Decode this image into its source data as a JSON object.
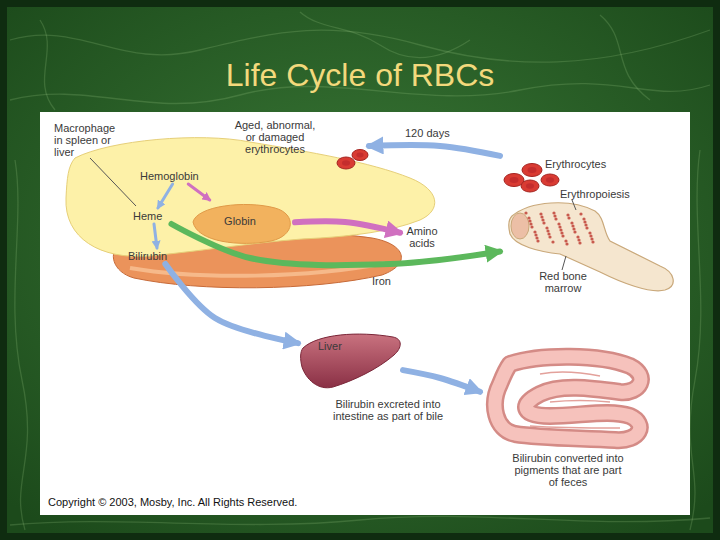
{
  "diagram": {
    "title": "Life Cycle of RBCs",
    "nodes": [
      {
        "text": [
          "Macrophage in spleen or liver"
        ]
      },
      {
        "text": [
          "Hemoglobin"
        ],
        "in": 0
      },
      {
        "text": [
          "Heme"
        ],
        "in": 0
      },
      {
        "text": [
          "Globin"
        ],
        "in": 0
      },
      {
        "text": [
          "Bilirubin"
        ],
        "in": 0
      },
      {
        "text": [
          "Aged, abnormal, or damaged erythrocytes"
        ]
      },
      {
        "text": [
          "Erythrocytes"
        ]
      },
      {
        "text": [
          "Erythropoiesis",
          "Red bone marrow"
        ]
      },
      {
        "text": [
          "Amino acids"
        ]
      },
      {
        "text": [
          "Liver"
        ]
      },
      {
        "text": [
          "Bilirubin converted into pigments that are part of feces"
        ]
      }
    ],
    "edges": [
      {
        "from": 6,
        "to": 5,
        "label": "120 days",
        "arrow": "to"
      },
      {
        "from": 1,
        "to": 2,
        "arrow": "to"
      },
      {
        "from": 1,
        "to": 3,
        "arrow": "to"
      },
      {
        "from": 2,
        "to": 4,
        "arrow": "to"
      },
      {
        "from": 3,
        "to": 8,
        "arrow": "to"
      },
      {
        "from": 2,
        "to": 7,
        "label": "Iron",
        "arrow": "to"
      },
      {
        "from": 4,
        "to": 9,
        "arrow": "to"
      },
      {
        "from": 9,
        "to": 10,
        "label": "Bilirubin excreted into intestine as part of bile",
        "arrow": "to"
      }
    ],
    "labels": [
      "Copyright © 2003, Mosby, Inc. All Rights Reserved."
    ]
  }
}
